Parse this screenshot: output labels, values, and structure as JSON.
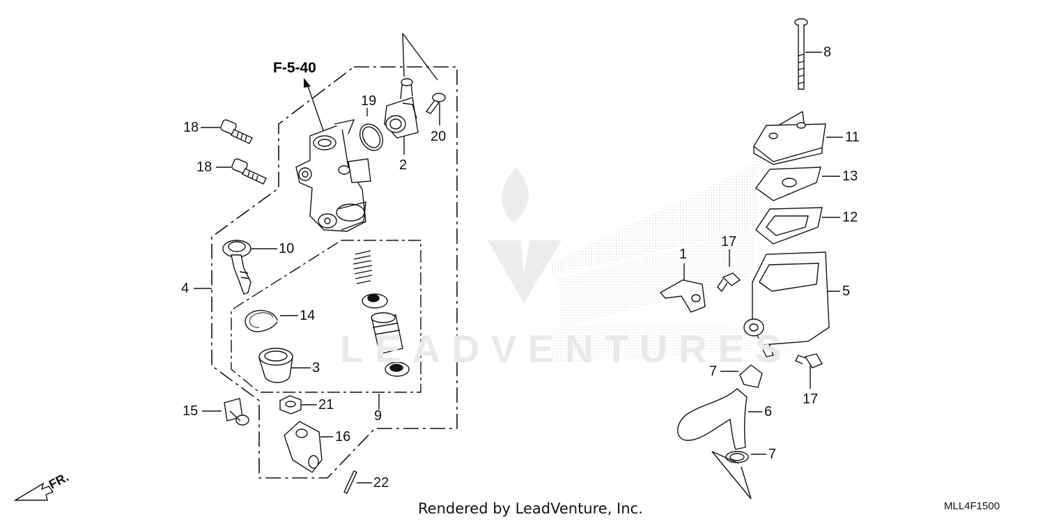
{
  "diagram": {
    "reference_label": "F-5-40",
    "direction_label": "FR.",
    "footer_text": "Rendered by LeadVenture, Inc.",
    "diagram_code": "MLL4F1500",
    "watermark_text": "LEADVENTURES",
    "part_callouts": [
      "1",
      "2",
      "3",
      "4",
      "5",
      "6",
      "7",
      "7",
      "8",
      "9",
      "10",
      "11",
      "12",
      "13",
      "14",
      "15",
      "16",
      "17",
      "17",
      "18",
      "18",
      "19",
      "20",
      "21",
      "22"
    ],
    "colors": {
      "line": "#111111",
      "watermark": "#e9e9e9",
      "dots": "#b5b5b5"
    }
  }
}
